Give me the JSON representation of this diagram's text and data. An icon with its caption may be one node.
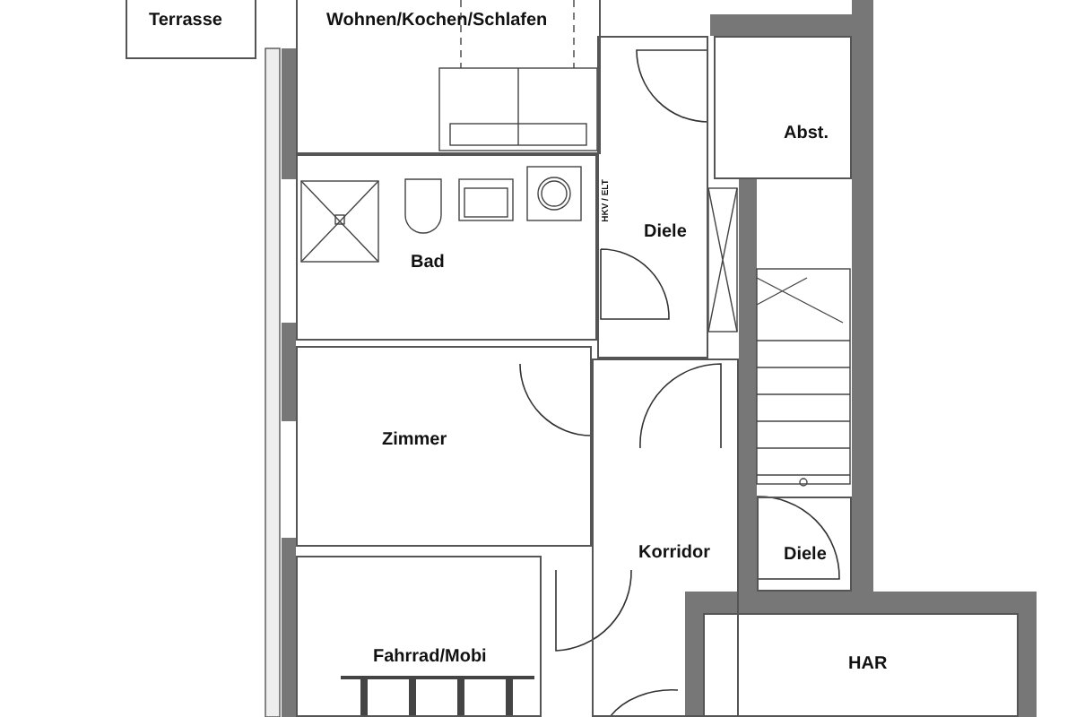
{
  "diagram": {
    "nodes": [
      {
        "text": [
          "Terrasse"
        ]
      },
      {
        "text": [
          "Wohnen/Kochen/Schlafen"
        ]
      },
      {
        "text": [
          "Abst."
        ]
      },
      {
        "text": [
          "Bad"
        ]
      },
      {
        "text": [
          "Diele"
        ]
      },
      {
        "text": [
          "Zimmer"
        ]
      },
      {
        "text": [
          "Korridor"
        ]
      },
      {
        "text": [
          "Diele"
        ]
      },
      {
        "text": [
          "Fahrrad/Mobi"
        ]
      },
      {
        "text": [
          "HAR"
        ]
      }
    ],
    "labels": [
      "HKV / ELT"
    ]
  }
}
